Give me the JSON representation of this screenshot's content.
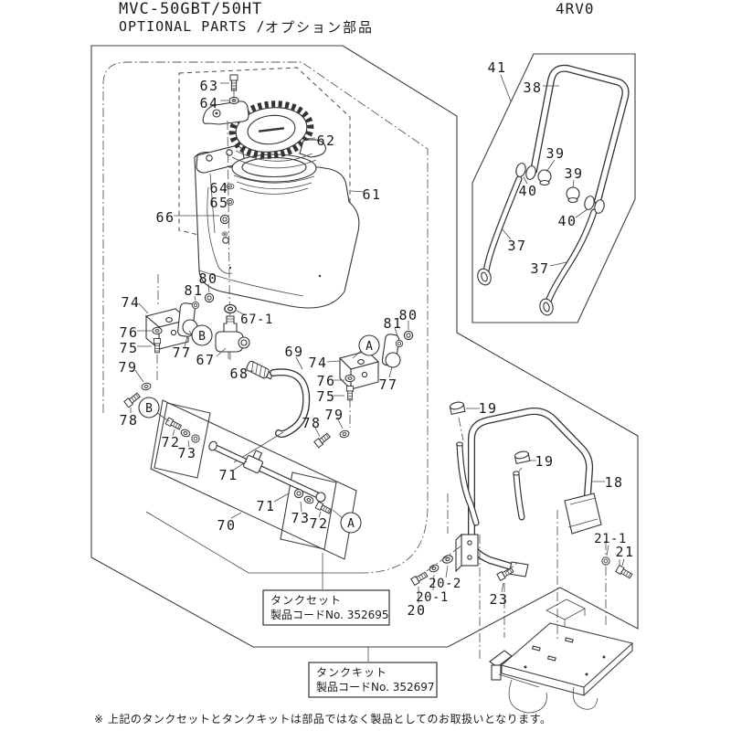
{
  "header": {
    "model": "MVC-50GBT/50HT",
    "subtitle_en": "OPTIONAL PARTS /",
    "subtitle_jp": "オプション部品",
    "doc_code": "4RV0"
  },
  "callouts": {
    "c18": "18",
    "c19": "19",
    "c20": "20",
    "c20_1": "20-1",
    "c20_2": "20-2",
    "c21": "21",
    "c21_1": "21-1",
    "c23": "23",
    "c37": "37",
    "c38": "38",
    "c39": "39",
    "c40": "40",
    "c41": "41",
    "c61": "61",
    "c62": "62",
    "c63": "63",
    "c64": "64",
    "c65": "65",
    "c66": "66",
    "c67": "67",
    "c67_1": "67-1",
    "c68": "68",
    "c69": "69",
    "c70": "70",
    "c71": "71",
    "c72": "72",
    "c73": "73",
    "c74": "74",
    "c75": "75",
    "c76": "76",
    "c77": "77",
    "c78": "78",
    "c79": "79",
    "c80": "80",
    "c81": "81",
    "refA": "A",
    "refB": "B"
  },
  "labels": {
    "tank_set": {
      "line1": "タンクセット",
      "line2": "製品コードNo. 352695"
    },
    "tank_kit": {
      "line1": "タンクキット",
      "line2": "製品コードNo. 352697"
    }
  },
  "footnote": "※ 上記のタンクセットとタンクキットは部品ではなく製品としてのお取扱いとなります。",
  "colors": {
    "line": "#3f3f3f",
    "text": "#1a1a1a",
    "background": "#ffffff"
  }
}
